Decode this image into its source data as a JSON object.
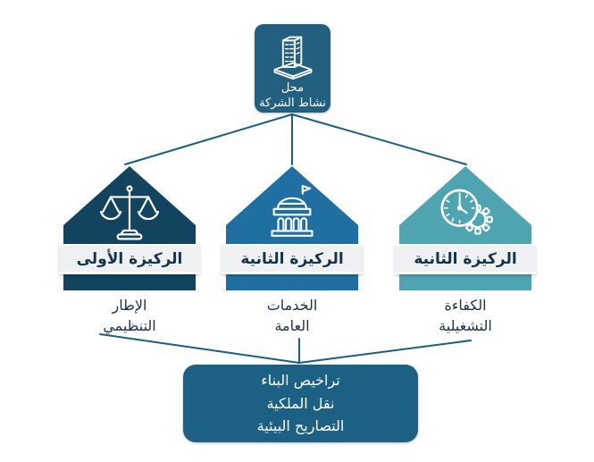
{
  "colors": {
    "background": "#ffffff",
    "connector_line": "#1b5d7e",
    "top_box": "#23607f",
    "bottom_box": "#1c6083",
    "pillar_1": "#12445f",
    "pillar_2": "#1f6fa3",
    "pillar_3": "#4ea5b1",
    "band_background": "#eef0f1",
    "band_text": "#14324d",
    "caption_text": "#1b3047",
    "icon_stroke": "#ffffff"
  },
  "top_node": {
    "icon": "building-icon",
    "label_line1": "محل",
    "label_line2": "نشاط الشركة"
  },
  "pillars": [
    {
      "icon": "scales-of-justice-icon",
      "band_label": "الركيزة الأولى",
      "caption_line1": "الإطار",
      "caption_line2": "التنظيمي",
      "color": "#12445f"
    },
    {
      "icon": "government-building-icon",
      "band_label": "الركيزة الثانية",
      "caption_line1": "الخدمات",
      "caption_line2": "العامة",
      "color": "#1f6fa3"
    },
    {
      "icon": "clock-gear-icon",
      "band_label": "الركيزة الثانية",
      "caption_line1": "الكفاءة",
      "caption_line2": "التشغيلية",
      "color": "#4ea5b1"
    }
  ],
  "bottom_node": {
    "line1": "تراخيص البناء",
    "line2": "نقل الملكية",
    "line3": "التصاريح البيئية"
  }
}
